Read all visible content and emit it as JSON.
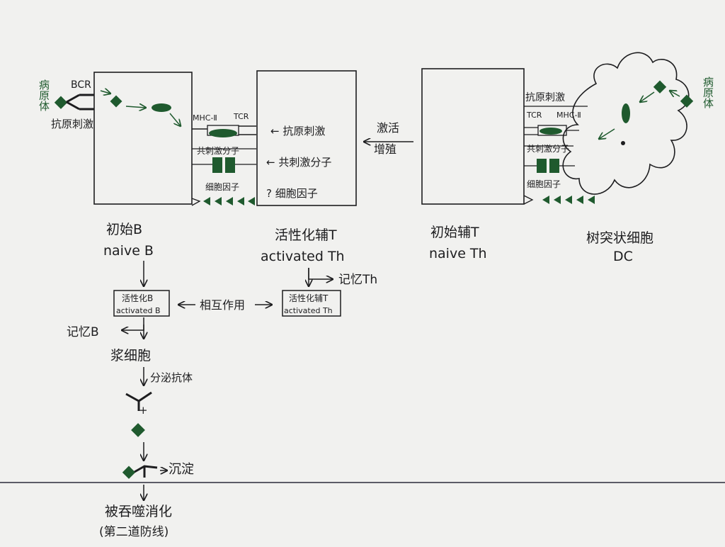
{
  "pathogen_left": "病原体",
  "bcr": "BCR",
  "antigen_stim_b": "抗原刺激",
  "mhc_b": "MHC-Ⅱ",
  "tcr_b": "TCR",
  "costim_b": "共刺激分子",
  "cytokine_b": "细胞因子",
  "th_signal1": "← 抗原刺激",
  "th_signal2": "← 共刺激分子",
  "th_signal3": "? 细胞因子",
  "activate_label": "激活",
  "proliferate_label": "增殖",
  "antigen_stim_dc": "抗原刺激",
  "tcr_dc": "TCR",
  "mhc_dc": "MHC-Ⅱ",
  "costim_dc": "共刺激分子",
  "cytokine_dc": "细胞因子",
  "pathogen_right": "病原体",
  "naive_b_cn": "初始B",
  "naive_b_en": "naive B",
  "activated_th_cn": "活性化辅T",
  "activated_th_en": "activated Th",
  "naive_th_cn": "初始辅T",
  "naive_th_en": "naive Th",
  "dc_cn": "树突状细胞",
  "dc_en": "DC",
  "memory_th": "记忆Th",
  "act_b_box_cn": "活性化B",
  "act_b_box_en": "activated B",
  "interaction": "相互作用",
  "act_th_box_cn": "活性化辅T",
  "act_th_box_en": "activated Th",
  "memory_b": "记忆B",
  "plasma_cell": "浆细胞",
  "secrete_antibody": "分泌抗体",
  "plus": "+",
  "precipitate": "沉淀",
  "phagocytosed": "被吞噬消化",
  "second_line": "(第二道防线)",
  "colors": {
    "ink": "#1d1d1f",
    "green": "#1f5a2e",
    "paper": "#f1f1ef"
  }
}
